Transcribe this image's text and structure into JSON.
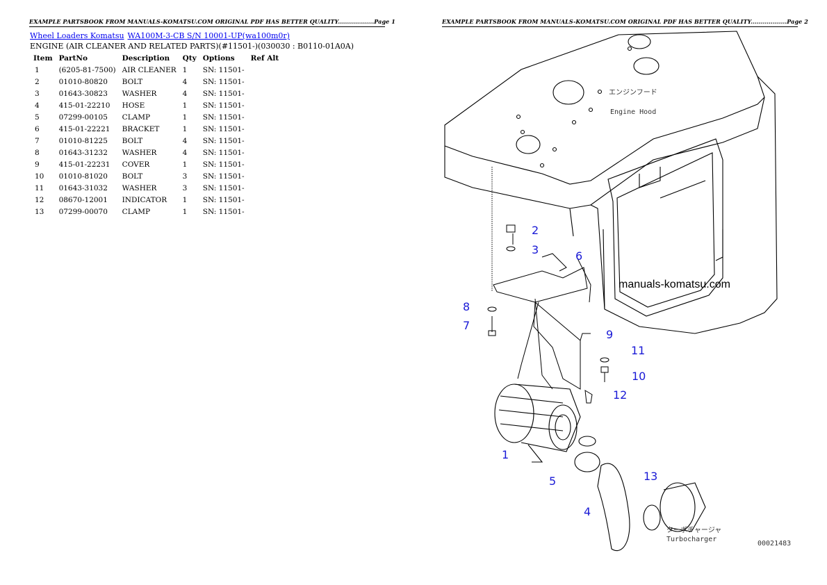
{
  "header_page1": "EXAMPLE PARTSBOOK FROM MANUALS-KOMATSU.COM ORIGINAL PDF HAS BETTER QUALITY..................Page 1",
  "header_page2": "EXAMPLE PARTSBOOK FROM MANUALS-KOMATSU.COM ORIGINAL PDF HAS BETTER QUALITY..................Page 2",
  "breadcrumb": {
    "link1": "Wheel Loaders Komatsu",
    "link2": "WA100M-3-CB S/N 10001-UP(wa100m0r)"
  },
  "section_title": "ENGINE (AIR CLEANER AND RELATED PARTS)(#11501-)(030030 : B0110-01A0A)",
  "table": {
    "headers": [
      "Item",
      "PartNo",
      "Description",
      "Qty",
      "Options",
      "Ref Alt"
    ],
    "rows": [
      {
        "item": "1",
        "partno": "(6205-81-7500)",
        "desc": "AIR CLEANER",
        "qty": "1",
        "options": "SN: 11501-"
      },
      {
        "item": "2",
        "partno": "01010-80820",
        "desc": "BOLT",
        "qty": "4",
        "options": "SN: 11501-"
      },
      {
        "item": "3",
        "partno": "01643-30823",
        "desc": "WASHER",
        "qty": "4",
        "options": "SN: 11501-"
      },
      {
        "item": "4",
        "partno": "415-01-22210",
        "desc": "HOSE",
        "qty": "1",
        "options": "SN: 11501-"
      },
      {
        "item": "5",
        "partno": "07299-00105",
        "desc": "CLAMP",
        "qty": "1",
        "options": "SN: 11501-"
      },
      {
        "item": "6",
        "partno": "415-01-22221",
        "desc": "BRACKET",
        "qty": "1",
        "options": "SN: 11501-"
      },
      {
        "item": "7",
        "partno": "01010-81225",
        "desc": "BOLT",
        "qty": "4",
        "options": "SN: 11501-"
      },
      {
        "item": "8",
        "partno": "01643-31232",
        "desc": "WASHER",
        "qty": "4",
        "options": "SN: 11501-"
      },
      {
        "item": "9",
        "partno": "415-01-22231",
        "desc": "COVER",
        "qty": "1",
        "options": "SN: 11501-"
      },
      {
        "item": "10",
        "partno": "01010-81020",
        "desc": "BOLT",
        "qty": "3",
        "options": "SN: 11501-"
      },
      {
        "item": "11",
        "partno": "01643-31032",
        "desc": "WASHER",
        "qty": "3",
        "options": "SN: 11501-"
      },
      {
        "item": "12",
        "partno": "08670-12001",
        "desc": "INDICATOR",
        "qty": "1",
        "options": "SN: 11501-"
      },
      {
        "item": "13",
        "partno": "07299-00070",
        "desc": "CLAMP",
        "qty": "1",
        "options": "SN: 11501-"
      }
    ]
  },
  "diagram": {
    "engine_hood_jp": "エンジンフード",
    "engine_hood_en": "Engine Hood",
    "watermark": "manuals-komatsu.com",
    "turbo_jp": "ターボチャージャ",
    "turbo_en": "Turbocharger",
    "drawing_code": "00021483",
    "callouts": [
      "2",
      "3",
      "6",
      "8",
      "7",
      "9",
      "11",
      "10",
      "12",
      "1",
      "5",
      "13",
      "4"
    ]
  },
  "colors": {
    "link": "#0000ee",
    "callout": "#1a1ad6"
  }
}
